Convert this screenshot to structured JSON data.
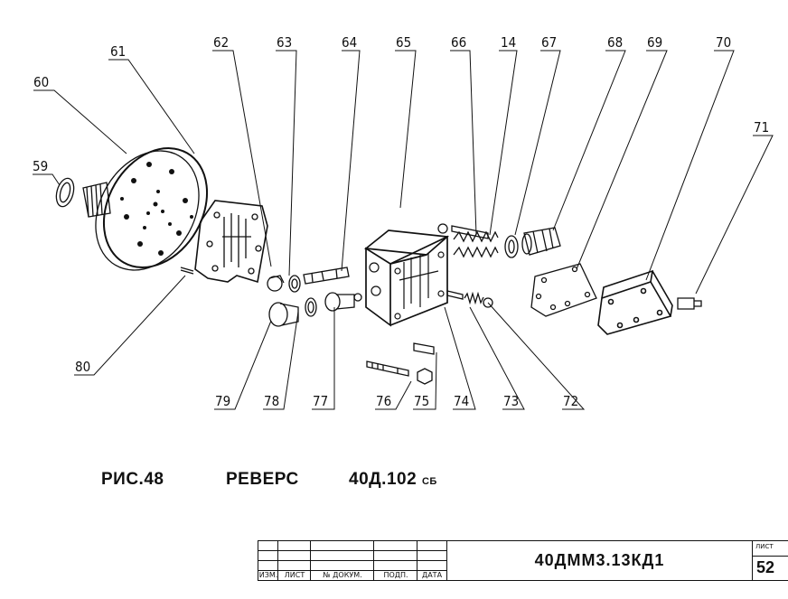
{
  "callouts": {
    "c59": "59",
    "c60": "60",
    "c61": "61",
    "c62": "62",
    "c63": "63",
    "c64": "64",
    "c65": "65",
    "c66": "66",
    "c14": "14",
    "c67": "67",
    "c68": "68",
    "c69": "69",
    "c70": "70",
    "c71": "71",
    "c72": "72",
    "c73": "73",
    "c74": "74",
    "c75": "75",
    "c76": "76",
    "c77": "77",
    "c78": "78",
    "c79": "79",
    "c80": "80"
  },
  "caption": {
    "figure": "РИС.48",
    "name": "РЕВЕРС",
    "designation": "40Д.102",
    "suffix": "СБ"
  },
  "title_block": {
    "col_izm": "ИЗМ.",
    "col_list": "ЛИСТ",
    "col_doc": "№ ДОКУМ.",
    "col_sign": "ПОДП.",
    "col_date": "ДАТА",
    "document_code": "40ДММ3.13КД1",
    "sheet_label": "ЛИСТ",
    "sheet_number": "52"
  }
}
